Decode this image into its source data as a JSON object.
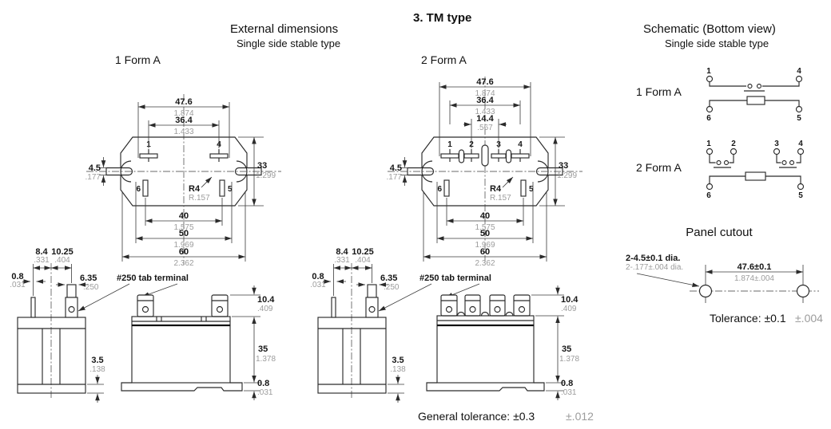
{
  "hdr": {
    "tm": "3. TM type",
    "ext_t": "External dimensions",
    "ext_s": "Single side stable type",
    "f1": "1 Form A",
    "f2": "2 Form A",
    "sch_t": "Schematic (Bottom view)",
    "sch_s": "Single side stable type"
  },
  "d": {
    "w476": {
      "mm": "47.6",
      "in": "1.874"
    },
    "w364": {
      "mm": "36.4",
      "in": "1.433"
    },
    "w144": {
      "mm": "14.4",
      "in": ".567"
    },
    "h33": {
      "mm": "33",
      "in": "1.299"
    },
    "h45": {
      "mm": "4.5",
      "in": ".177"
    },
    "r4": {
      "mm": "R4",
      "in": "R.157"
    },
    "w40": {
      "mm": "40",
      "in": "1.575"
    },
    "w50": {
      "mm": "50",
      "in": "1.969"
    },
    "w60": {
      "mm": "60",
      "in": "2.362"
    },
    "w84": {
      "mm": "8.4",
      "in": ".331"
    },
    "w1025": {
      "mm": "10.25",
      "in": ".404"
    },
    "w08": {
      "mm": "0.8",
      "in": ".031"
    },
    "w635": {
      "mm": "6.35",
      "in": ".250"
    },
    "h35s": {
      "mm": "3.5",
      "in": ".138"
    },
    "h104": {
      "mm": "10.4",
      "in": ".409"
    },
    "h35": {
      "mm": "35",
      "in": "1.378"
    }
  },
  "pin": {
    "p1": "1",
    "p2": "2",
    "p3": "3",
    "p4": "4",
    "p5": "5",
    "p6": "6"
  },
  "lbl": {
    "tab": "#250 tab terminal",
    "gen": "General tolerance: ±0.3",
    "gen_in": "±.012"
  },
  "sch": {
    "f1": "1 Form A",
    "f2": "2 Form A"
  },
  "pc": {
    "title": "Panel cutout",
    "holes_mm": "2-4.5±0.1 dia.",
    "holes_in": "2-.177±.004 dia.",
    "w_mm": "47.6±0.1",
    "w_in": "1.874±.004",
    "tol": "Tolerance: ±0.1",
    "tol_in": "±.004"
  },
  "colors": {
    "line": "#2b2b2b",
    "inch_gray": "#9c9c9c",
    "background": "#ffffff"
  }
}
